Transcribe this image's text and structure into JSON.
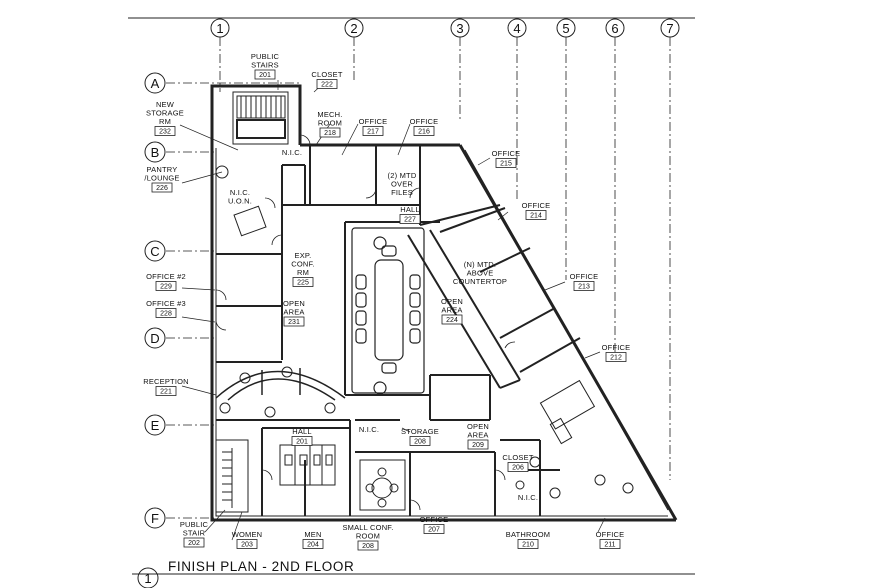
{
  "title": "FINISH PLAN - 2ND FLOOR",
  "grid_columns": [
    "1",
    "2",
    "3",
    "4",
    "5",
    "6",
    "7"
  ],
  "grid_rows": [
    "A",
    "B",
    "C",
    "D",
    "E",
    "F"
  ],
  "rooms": [
    {
      "id": "public-stairs-top",
      "name": "PUBLIC STAIRS",
      "number": "201"
    },
    {
      "id": "closet-top",
      "name": "CLOSET",
      "number": "222"
    },
    {
      "id": "new-storage",
      "name": "NEW STORAGE RM",
      "number": "232"
    },
    {
      "id": "mech-room",
      "name": "MECH. ROOM",
      "number": "218"
    },
    {
      "id": "office-217",
      "name": "OFFICE",
      "number": "217"
    },
    {
      "id": "office-216",
      "name": "OFFICE",
      "number": "216"
    },
    {
      "id": "office-215",
      "name": "OFFICE",
      "number": "215"
    },
    {
      "id": "pantry",
      "name": "PANTRY /LOUNGE",
      "number": "226"
    },
    {
      "id": "nic-top",
      "name": "N.I.C."
    },
    {
      "id": "nic-uon",
      "name": "N.I.C. U.O.N."
    },
    {
      "id": "overfiles",
      "name": "(2) MTD OVER FILES"
    },
    {
      "id": "hall-227",
      "name": "HALL",
      "number": "227"
    },
    {
      "id": "office-214",
      "name": "OFFICE",
      "number": "214"
    },
    {
      "id": "exp-conf",
      "name": "EXP. CONF. RM",
      "number": "225"
    },
    {
      "id": "above-counter",
      "name": "(N) MTD. ABOVE COUNTERTOP"
    },
    {
      "id": "office-213",
      "name": "OFFICE",
      "number": "213"
    },
    {
      "id": "office-2-229",
      "name": "OFFICE #2",
      "number": "229"
    },
    {
      "id": "office-3-228",
      "name": "OFFICE #3",
      "number": "228"
    },
    {
      "id": "open-area-231",
      "name": "OPEN AREA",
      "number": "231"
    },
    {
      "id": "open-area-224",
      "name": "OPEN AREA",
      "number": "224"
    },
    {
      "id": "office-212",
      "name": "OFFICE",
      "number": "212"
    },
    {
      "id": "reception",
      "name": "RECEPTION",
      "number": "221"
    },
    {
      "id": "hall-201",
      "name": "HALL",
      "number": "201"
    },
    {
      "id": "nic-mid",
      "name": "N.I.C."
    },
    {
      "id": "storage-208",
      "name": "STORAGE",
      "number": "208"
    },
    {
      "id": "open-area-209",
      "name": "OPEN AREA",
      "number": "209"
    },
    {
      "id": "closet-206",
      "name": "CLOSET",
      "number": "206"
    },
    {
      "id": "nic-bottom",
      "name": "N.I.C."
    },
    {
      "id": "public-stair-202",
      "name": "PUBLIC STAIR",
      "number": "202"
    },
    {
      "id": "women-203",
      "name": "WOMEN",
      "number": "203"
    },
    {
      "id": "men-204",
      "name": "MEN",
      "number": "204"
    },
    {
      "id": "small-conf",
      "name": "SMALL CONF. ROOM",
      "number": "208"
    },
    {
      "id": "office-207",
      "name": "OFFICE",
      "number": "207"
    },
    {
      "id": "bathroom-210",
      "name": "BATHROOM",
      "number": "210"
    },
    {
      "id": "office-211",
      "name": "OFFICE",
      "number": "211"
    }
  ]
}
